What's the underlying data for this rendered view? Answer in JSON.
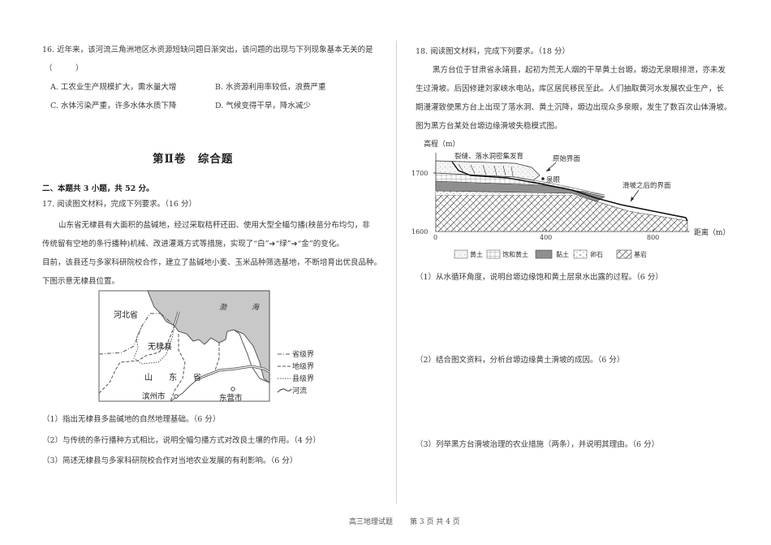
{
  "left": {
    "q16": {
      "stem": "16. 近年来，该河流三角洲地区水资源短缺问题日渐突出，该问题的出现与下列现象基本无关的是",
      "paren": "（　　　）",
      "options": [
        {
          "label": "A.",
          "text": "工农业生产规模扩大，需水量大增"
        },
        {
          "label": "B.",
          "text": "水资源利用率较低，浪费严重"
        },
        {
          "label": "C.",
          "text": "水体污染严重，许多水体水质下降"
        },
        {
          "label": "D.",
          "text": "气候变得干旱，降水减少"
        }
      ]
    },
    "section_title": "第Ⅱ卷　综合题",
    "section_desc": "二、本题共 3 小题，共 52 分。",
    "q17": {
      "stem": "17. 阅读图文材料，完成下列要求。（16 分）",
      "material": [
        "山东省无棣县有大面积的盐碱地，经过采取秸秆还田、使用大型全幅匀播(秧苗分布均匀，非",
        "传统留有空地的条行播种)机械、改进灌溉方式等措施，实现了“白”➔“绿”➔“金”的变化。",
        "目前，该县还与多家科研院校合作，建立了盐碱地小麦、玉米品种筛选基地，不断培育出优良品种。",
        "下图示意无棣县位置。"
      ],
      "map": {
        "labels": {
          "hebei": "河北省",
          "bohai1": "渤",
          "bohai2": "海",
          "wudi": "无棣县",
          "shan": "山",
          "dong": "东",
          "sheng": "省",
          "binzhou": "滨州市",
          "dongying": "东营市"
        },
        "legend": [
          {
            "symbol": "—··",
            "label": "省级界"
          },
          {
            "symbol": "- - -",
            "label": "地级界"
          },
          {
            "symbol": "·····",
            "label": "县级界"
          },
          {
            "symbol": "river",
            "label": "河流"
          }
        ],
        "colors": {
          "sea": "#c8c8c8",
          "land": "#ffffff",
          "border": "#555555"
        }
      },
      "subs": [
        "（1）指出无棣县多盐碱地的自然地理基础。（6 分）",
        "（2）与传统的条行播种方式相比，说明全幅匀播方式对改良土壤的作用。（4 分）",
        "（3）简述无棣县与多家科研院校合作对当地农业发展的有利影响。（6 分）"
      ]
    }
  },
  "right": {
    "q18": {
      "stem": "18. 阅读图文材料，完成下列要求。（18 分）",
      "material": [
        "黑方台位于甘肃省永靖县，起初为荒无人烟的干旱黄土台塬，塬边无泉眼排泄，亦未发",
        "生过滑坡。后因修建刘家峡水电站，库区居民移民至此。人们抽取黄河水发展农业生产，长",
        "期漫灌致使黑方台上出现了落水洞、黄土沉降，塬边出现众多泉眼，发生了数百次山体滑坡。",
        "图为黑方台某处台塬边缘滑坡失稳模式图。"
      ],
      "diagram": {
        "ylabel": "高程（m）",
        "xlabel": "距离（m）",
        "yticks": [
          "1700",
          "1600"
        ],
        "xticks": [
          "0",
          "400",
          "800"
        ],
        "annotations": {
          "cracks": "裂缝、落水洞密集发育",
          "original": "原始界面",
          "spring": "泉眼",
          "after": "滑坡之后的界面"
        },
        "legend": [
          {
            "key": "loess",
            "label": "黄土"
          },
          {
            "key": "saturated",
            "label": "饱和黄土"
          },
          {
            "key": "clay",
            "label": "黏土"
          },
          {
            "key": "gravel",
            "label": "卵石"
          },
          {
            "key": "bedrock",
            "label": "基岩"
          }
        ],
        "colors": {
          "clay": "#8f8f8f",
          "loess": "#f2f2f2",
          "line": "#222222"
        }
      },
      "subs": [
        "（1）从水循环角度，说明台塬边缘饱和黄土层泉水出露的过程。（6 分）",
        "（2）结合图文资料，分析台塬边缘黄土滑坡的成因。（6 分）",
        "（3）列举黑方台滑坡治理的农业措施（两条），并说明其理由。（6 分）"
      ]
    }
  },
  "footer": {
    "subject": "高三地理试题",
    "page": "第 3 页  共 4 页"
  }
}
